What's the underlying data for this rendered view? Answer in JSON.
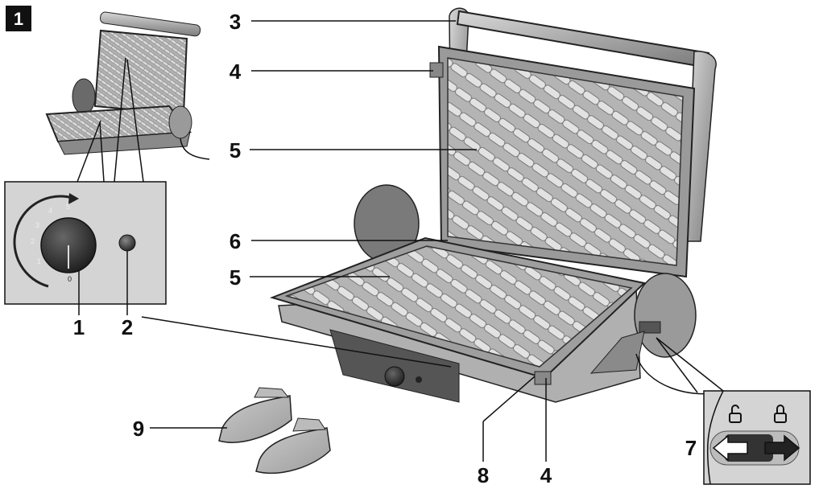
{
  "figure": {
    "number": "1"
  },
  "callouts": [
    {
      "id": "3",
      "text": "3"
    },
    {
      "id": "4a",
      "text": "4"
    },
    {
      "id": "5a",
      "text": "5"
    },
    {
      "id": "6",
      "text": "6"
    },
    {
      "id": "5b",
      "text": "5"
    },
    {
      "id": "1",
      "text": "1"
    },
    {
      "id": "2",
      "text": "2"
    },
    {
      "id": "9",
      "text": "9"
    },
    {
      "id": "8",
      "text": "8"
    },
    {
      "id": "4b",
      "text": "4"
    },
    {
      "id": "7",
      "text": "7"
    }
  ],
  "dial": {
    "scale": [
      "0",
      "1",
      "2",
      "3",
      "4",
      "5"
    ]
  },
  "colors": {
    "background": "#ffffff",
    "metal": "#9a9a9a",
    "plate": "#b8b8b8",
    "dark": "#3a3a3a"
  }
}
